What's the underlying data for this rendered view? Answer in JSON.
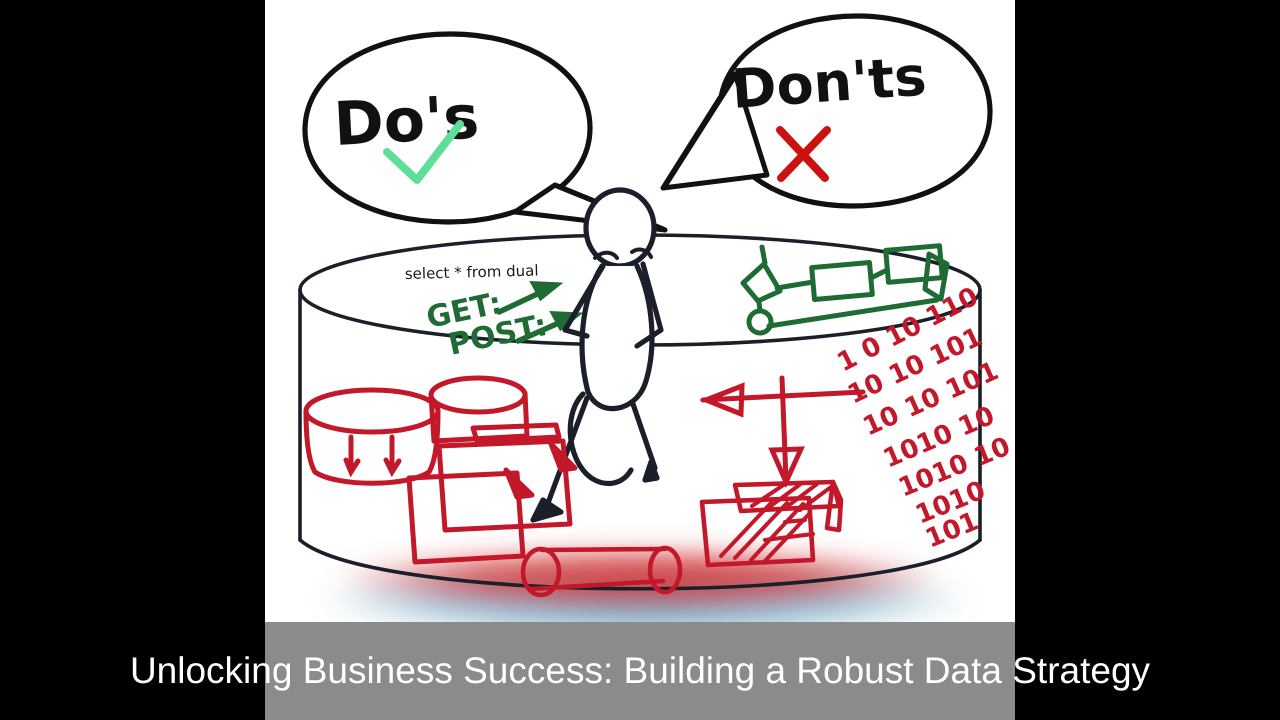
{
  "video": {
    "background_color": "#000000",
    "panel_background": "#ffffff",
    "caption_bar_color": "#8b8b8b",
    "caption": "Unlocking Business Success: Building a Robust Data Strategy"
  },
  "illustration": {
    "title": "whiteboard-sketch-data-strategy",
    "speech_bubbles": [
      {
        "id": "dos",
        "label": "Do's",
        "symbol": "check",
        "symbol_color": "#5ddf9a",
        "outline_color": "#111111"
      },
      {
        "id": "donts",
        "label": "Don'ts",
        "symbol": "cross",
        "symbol_color": "#cc1111",
        "outline_color": "#111111"
      }
    ],
    "annotations": {
      "sql_query": "select * from dual",
      "http_get": "GET:",
      "http_post": "POST:",
      "sql_color": "#1a1a1a",
      "http_color": "#1f6b34"
    },
    "binary_rows": [
      "1 0 10 110",
      "10 10 101",
      "10 10 101",
      "1010 10",
      "1010 10",
      "1010",
      "101"
    ],
    "binary_color": "#c2182a",
    "sketch_colors": {
      "ink": "#1b1f2a",
      "red": "#c2182a",
      "green": "#1f6b34",
      "glow_red": "#d43b3b",
      "glow_blue": "#3f8fb5"
    },
    "elements": [
      "data-cylinder",
      "stick-figure",
      "red-database-large",
      "red-database-small",
      "red-rectangles",
      "red-cross-arrows",
      "red-hatched-boxes",
      "red-pipe",
      "green-flowchart"
    ]
  }
}
